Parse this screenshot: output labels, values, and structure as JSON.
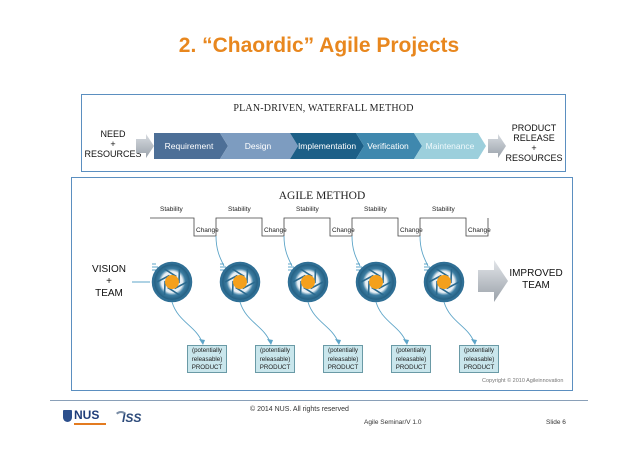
{
  "slide_title": "2. “Chaordic” Agile Projects",
  "waterfall": {
    "title": "PLAN-DRIVEN, WATERFALL METHOD",
    "input_label": [
      "NEED",
      "+",
      "RESOURCES"
    ],
    "stages": [
      "Requirement",
      "Design",
      "Implementation",
      "Verification",
      "Maintenance"
    ],
    "output_label": [
      "PRODUCT",
      "RELEASE",
      "+",
      "RESOURCES"
    ]
  },
  "agile": {
    "title": "AGILE METHOD",
    "stability_label": "Stability",
    "change_label": "Change",
    "input_label": [
      "VISION",
      "+",
      "TEAM"
    ],
    "output_label": [
      "IMPROVED",
      "TEAM"
    ],
    "product_box": [
      "(potentially",
      "releasable)",
      "PRODUCT"
    ],
    "iteration_count": 5,
    "copyright": "Copyright © 2010 Agileinnovation"
  },
  "footer": {
    "copyright": "© 2014 NUS.  All rights reserved",
    "version": "Agile Seminar/V 1.0",
    "slide": "Slide 6",
    "logo_nus": "NUS",
    "logo_iss": "ISS"
  },
  "colors": {
    "title": "#e8871e",
    "panel_border": "#5b8fc0",
    "stage_gradient": [
      "#4d6f97",
      "#6f93bb",
      "#1a5e86",
      "#3d86ad",
      "#8fc6d6"
    ],
    "iteration_ring": "#2f6f95",
    "iteration_core": "#f4a01c",
    "product_box": "#c9e6ec"
  }
}
